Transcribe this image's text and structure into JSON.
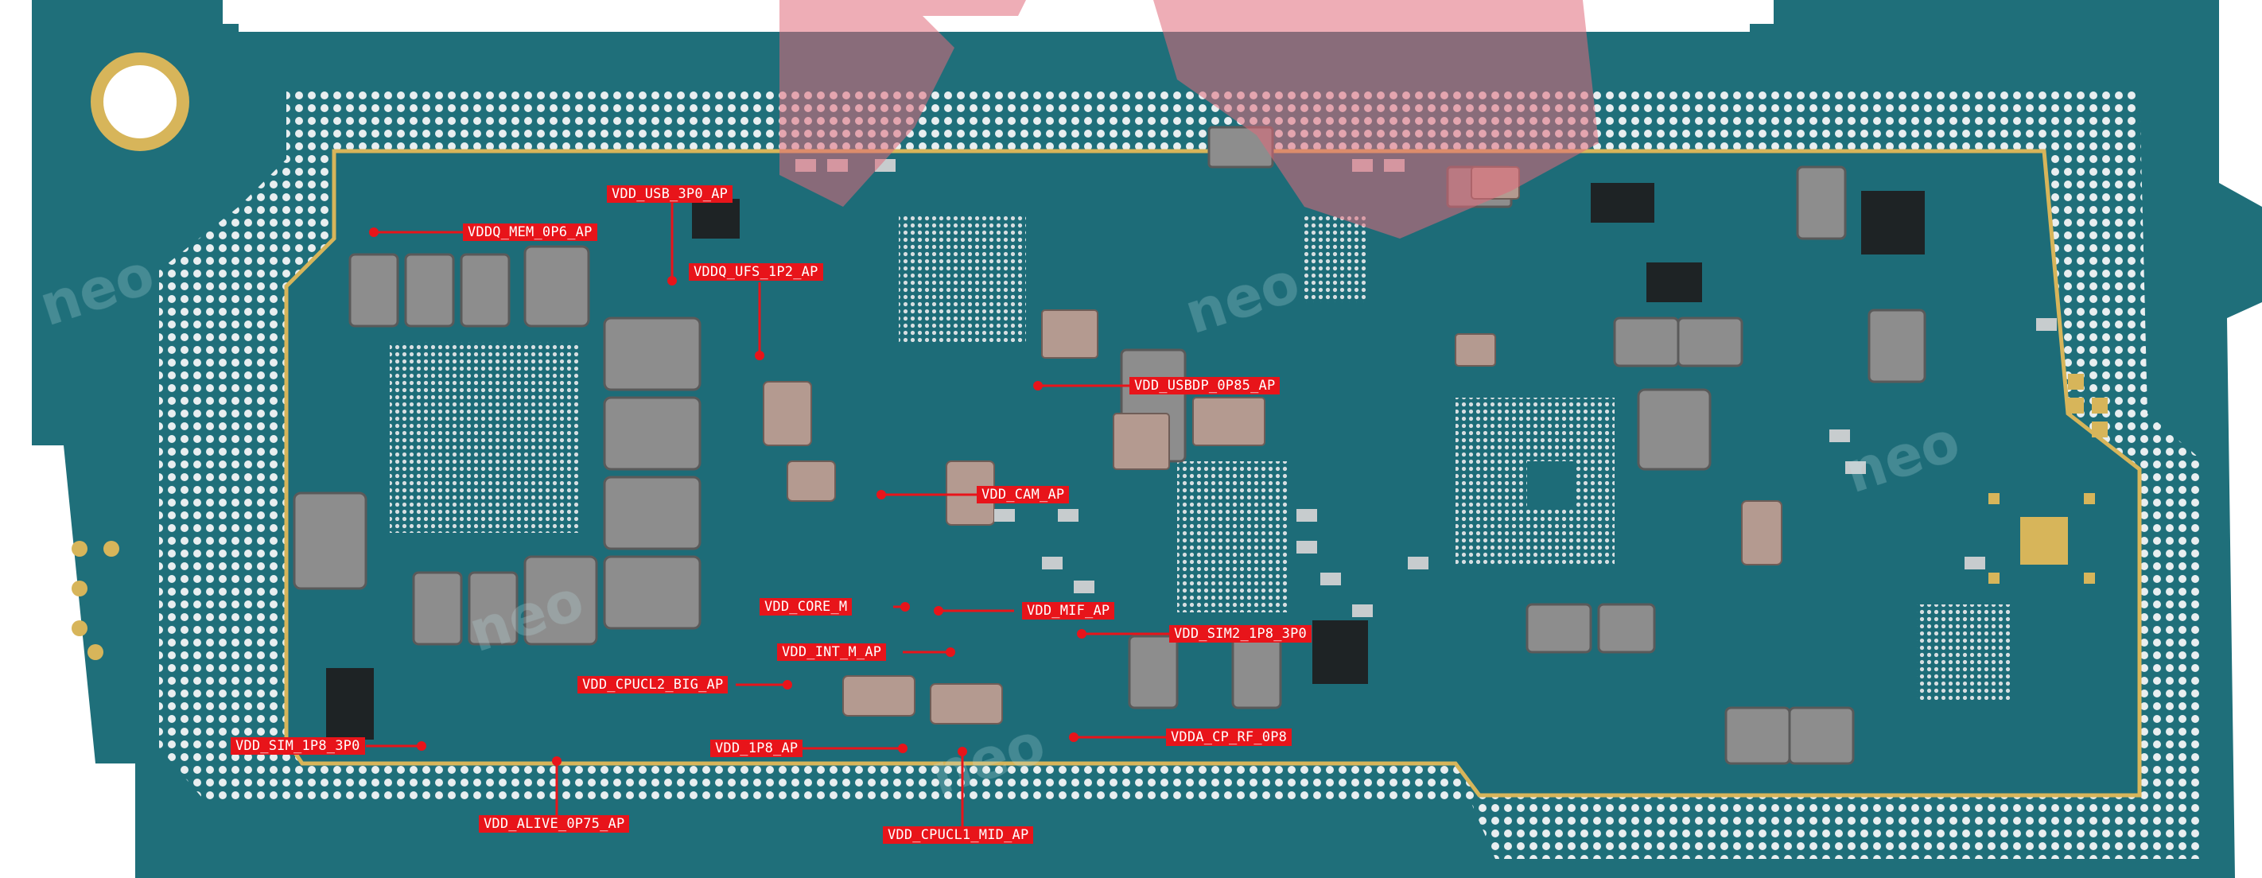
{
  "labels": [
    {
      "id": "vdd-usb-3p0-ap",
      "text": "VDD_USB_3P0_AP"
    },
    {
      "id": "vddq-mem-0p6-ap",
      "text": "VDDQ_MEM_0P6_AP"
    },
    {
      "id": "vddq-ufs-1p2-ap",
      "text": "VDDQ_UFS_1P2_AP"
    },
    {
      "id": "vdd-usbdp-0p85-ap",
      "text": "VDD_USBDP_0P85_AP"
    },
    {
      "id": "vdd-cam-ap",
      "text": "VDD_CAM_AP"
    },
    {
      "id": "vdd-core-m",
      "text": "VDD_CORE_M"
    },
    {
      "id": "vdd-mif-ap",
      "text": "VDD_MIF_AP"
    },
    {
      "id": "vdd-sim2-1p8-3p0",
      "text": "VDD_SIM2_1P8_3P0"
    },
    {
      "id": "vdd-int-m-ap",
      "text": "VDD_INT_M_AP"
    },
    {
      "id": "vdd-cpucl2-big-ap",
      "text": "VDD_CPUCL2_BIG_AP"
    },
    {
      "id": "vdd-sim-1p8-3p0",
      "text": "VDD_SIM_1P8_3P0"
    },
    {
      "id": "vdd-1p8-ap",
      "text": "VDD_1P8_AP"
    },
    {
      "id": "vdda-cp-rf-0p8",
      "text": "VDDA_CP_RF_0P8"
    },
    {
      "id": "vdd-alive-0p75-ap",
      "text": "VDD_ALIVE_0P75_AP"
    },
    {
      "id": "vdd-cpucl1-mid-ap",
      "text": "VDD_CPUCL1_MID_AP"
    }
  ],
  "colors": {
    "board": "#1f6f7a",
    "board_dark": "#175a63",
    "label_bg": "#e8141a",
    "gold": "#d7b55a",
    "watermark": "#e06a7a"
  }
}
